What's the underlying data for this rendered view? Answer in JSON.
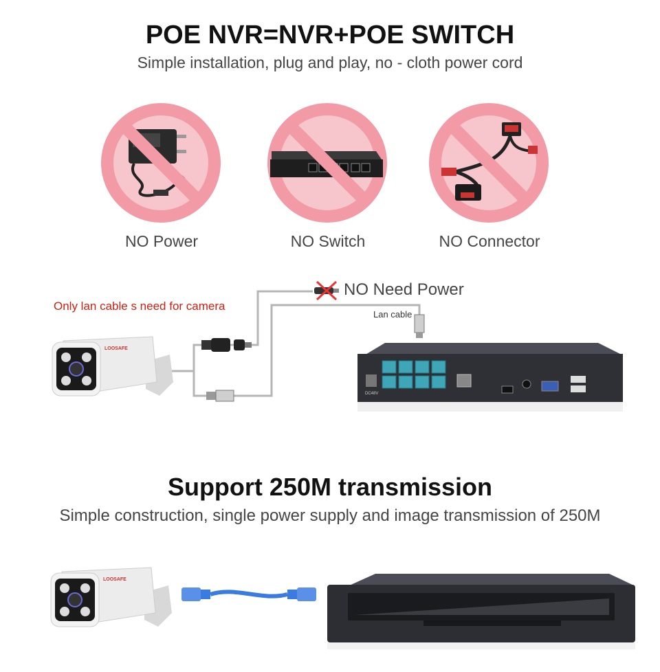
{
  "header": {
    "title": "POE NVR=NVR+POE SWITCH",
    "subtitle": "Simple installation, plug and play, no - cloth power cord"
  },
  "no_items": [
    {
      "label": "NO Power",
      "icon": "power-adapter-icon"
    },
    {
      "label": "NO Switch",
      "icon": "network-switch-icon"
    },
    {
      "label": "NO Connector",
      "icon": "poe-splitter-icon"
    }
  ],
  "diagram": {
    "camera_note": "Only lan cable s need for camera",
    "no_need_power": "NO  Need Power",
    "lan_cable_label": "Lan cable",
    "camera_brand": "LOOSAFE",
    "nvr_port_label": "DC48V"
  },
  "section2": {
    "title": "Support 250M transmission",
    "subtitle": "Simple construction, single power supply and image transmission of 250M",
    "camera_brand": "LOOSAFE"
  },
  "colors": {
    "prohibit_circle": "#f6c6cc",
    "prohibit_stroke": "#ee5566",
    "red_note": "#d02010",
    "cable_blue": "#3a7be0",
    "nvr_body": "#2c2e33",
    "port_teal": "#3fa6b8"
  }
}
